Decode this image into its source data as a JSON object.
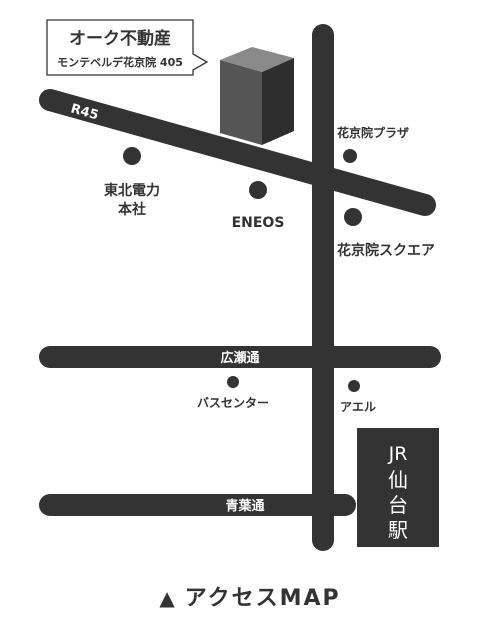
{
  "colors": {
    "road": "#333333",
    "building_front": "#3a3a3a",
    "building_side": "#4a4a4a",
    "building_top": "#8a8a8a",
    "marker": "#333333",
    "station": "#333333"
  },
  "roads": {
    "route45": "R45",
    "hirose": "広瀬通",
    "aoba": "青葉通"
  },
  "destination": {
    "name": "オーク不動産",
    "address": "モンテベルデ花京院 405"
  },
  "landmarks": {
    "kakyoin_plaza": "花京院プラザ",
    "tohoku_denryoku_line1": "東北電力",
    "tohoku_denryoku_line2": "本社",
    "eneos": "ENEOS",
    "kakyoin_square": "花京院スクエア",
    "bus_center": "バスセンター",
    "aeru": "アエル"
  },
  "station": {
    "line1": "JR",
    "line2": "仙",
    "line3": "台",
    "line4": "駅"
  },
  "caption": {
    "icon": "triangle-up-icon",
    "text": "アクセスMAP"
  }
}
